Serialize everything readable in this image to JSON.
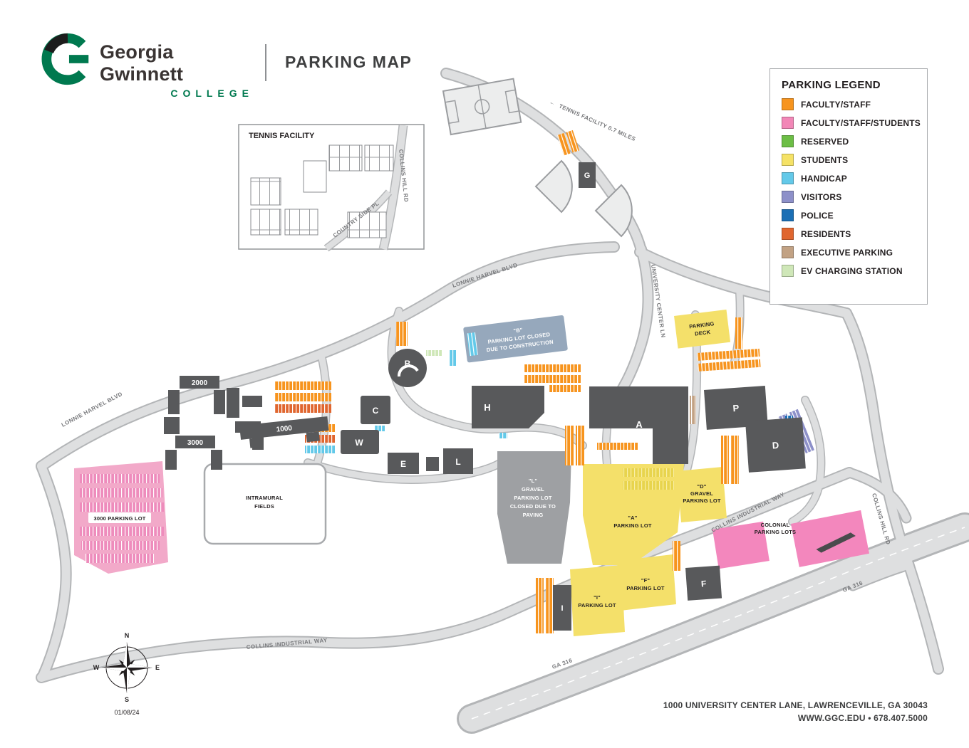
{
  "header": {
    "brand_line1": "Georgia Gwinnett",
    "brand_line2": "COLLEGE",
    "title": "PARKING MAP"
  },
  "legend": {
    "title": "PARKING LEGEND",
    "items": [
      {
        "label": "FACULTY/STAFF",
        "color": "#F7941E"
      },
      {
        "label": "FACULTY/STAFF/STUDENTS",
        "color": "#F287B7"
      },
      {
        "label": "RESERVED",
        "color": "#6CBE45"
      },
      {
        "label": "STUDENTS",
        "color": "#F5E266"
      },
      {
        "label": "HANDICAP",
        "color": "#63C9E9"
      },
      {
        "label": "VISITORS",
        "color": "#8D90C9"
      },
      {
        "label": "POLICE",
        "color": "#1B6FB5"
      },
      {
        "label": "RESIDENTS",
        "color": "#E0662F"
      },
      {
        "label": "EXECUTIVE PARKING",
        "color": "#C2A284"
      },
      {
        "label": "EV CHARGING STATION",
        "color": "#CFE7B8"
      }
    ]
  },
  "inset": {
    "title": "TENNIS FACILITY",
    "street_collins_hill": "COLLINS HILL RD",
    "street_country_side": "COUNTRY SIDE PL"
  },
  "roads": {
    "lonnie_harvel": "LONNIE HARVEL BLVD",
    "university_center": "UNIVERSITY CENTER LN",
    "collins_industrial": "COLLINS INDUSTRIAL WAY",
    "collins_hill": "COLLINS HILL RD",
    "ga316": "GA 316",
    "tennis_distance": "TENNIS FACILITY 0.7 MILES",
    "tennis_arrow": "←"
  },
  "buildings": {
    "a": "A",
    "b": "B",
    "c": "C",
    "d": "D",
    "e": "E",
    "f": "F",
    "g": "G",
    "h": "H",
    "i": "I",
    "l": "L",
    "p": "P",
    "w": "W",
    "b1000": "1000",
    "b2000": "2000",
    "b3000": "3000"
  },
  "lots": {
    "parking_deck": {
      "lines": [
        "PARKING",
        "DECK"
      ]
    },
    "b_closed": {
      "lines": [
        "\"B\"",
        "PARKING LOT CLOSED",
        "DUE TO CONSTRUCTION"
      ]
    },
    "l_gravel": {
      "lines": [
        "\"L\"",
        "GRAVEL",
        "PARKING LOT",
        "CLOSED DUE TO",
        "PAVING"
      ]
    },
    "a_lot": {
      "lines": [
        "\"A\"",
        "PARKING LOT"
      ]
    },
    "d_gravel": {
      "lines": [
        "\"D\"",
        "GRAVEL",
        "PARKING LOT"
      ]
    },
    "f_lot": {
      "lines": [
        "\"F\"",
        "PARKING LOT"
      ]
    },
    "i_lot": {
      "lines": [
        "\"I\"",
        "PARKING LOT"
      ]
    },
    "colonial": {
      "lines": [
        "COLONIAL",
        "PARKING LOTS"
      ]
    },
    "lot3000": "3000 PARKING LOT",
    "intramural": {
      "lines": [
        "INTRAMURAL",
        "FIELDS"
      ]
    }
  },
  "compass": {
    "n": "N",
    "e": "E",
    "s": "S",
    "w": "W"
  },
  "map_date": "01/08/24",
  "footer": {
    "address": "1000 UNIVERSITY CENTER LANE, LAWRENCEVILLE, GA 30043",
    "contact": "WWW.GGC.EDU  •  678.407.5000"
  }
}
